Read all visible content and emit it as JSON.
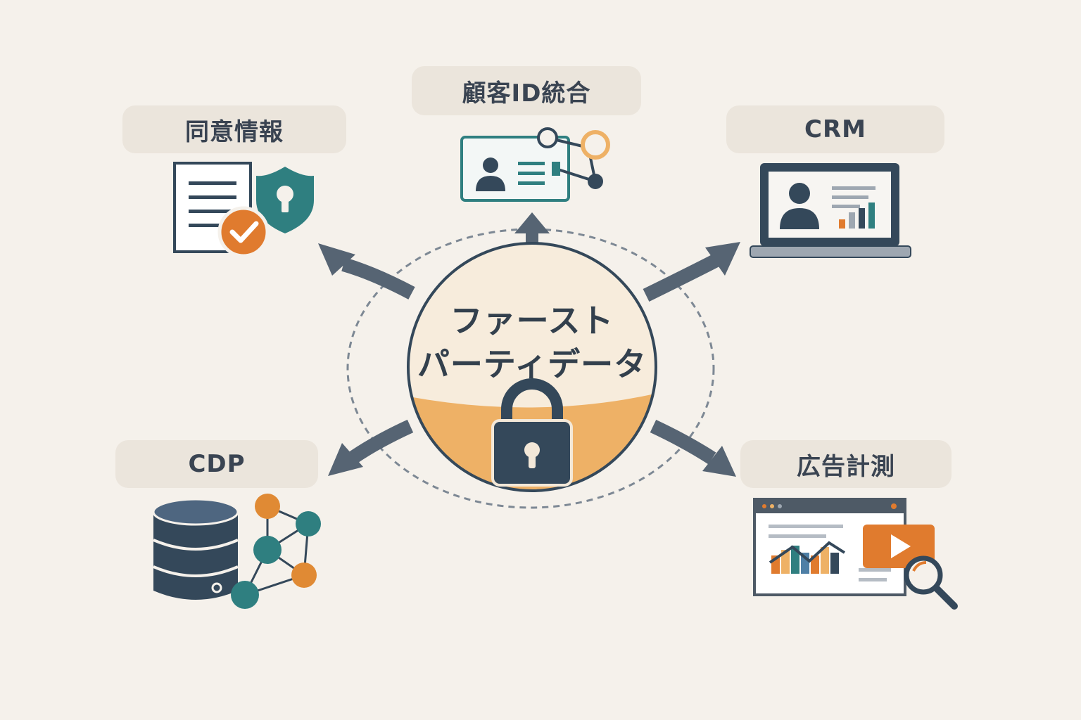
{
  "center": {
    "line1": "ファースト",
    "line2": "パーティデータ",
    "lock_icon": "padlock-icon"
  },
  "nodes": {
    "top": {
      "label": "顧客ID統合",
      "icon": "id-card-network-icon"
    },
    "top_left": {
      "label": "同意情報",
      "icon": "document-shield-check-icon"
    },
    "top_right": {
      "label": "CRM",
      "icon": "laptop-profile-chart-icon"
    },
    "bottom_left": {
      "label": "CDP",
      "icon": "database-network-icon"
    },
    "bottom_right": {
      "label": "広告計測",
      "icon": "browser-video-analytics-icon"
    }
  },
  "colors": {
    "background": "#f5f1eb",
    "label_bg": "#ebe5dc",
    "dark": "#34485a",
    "teal": "#2f7f80",
    "orange": "#e07b2e",
    "light_orange": "#eeb166",
    "arrow": "#566473"
  }
}
